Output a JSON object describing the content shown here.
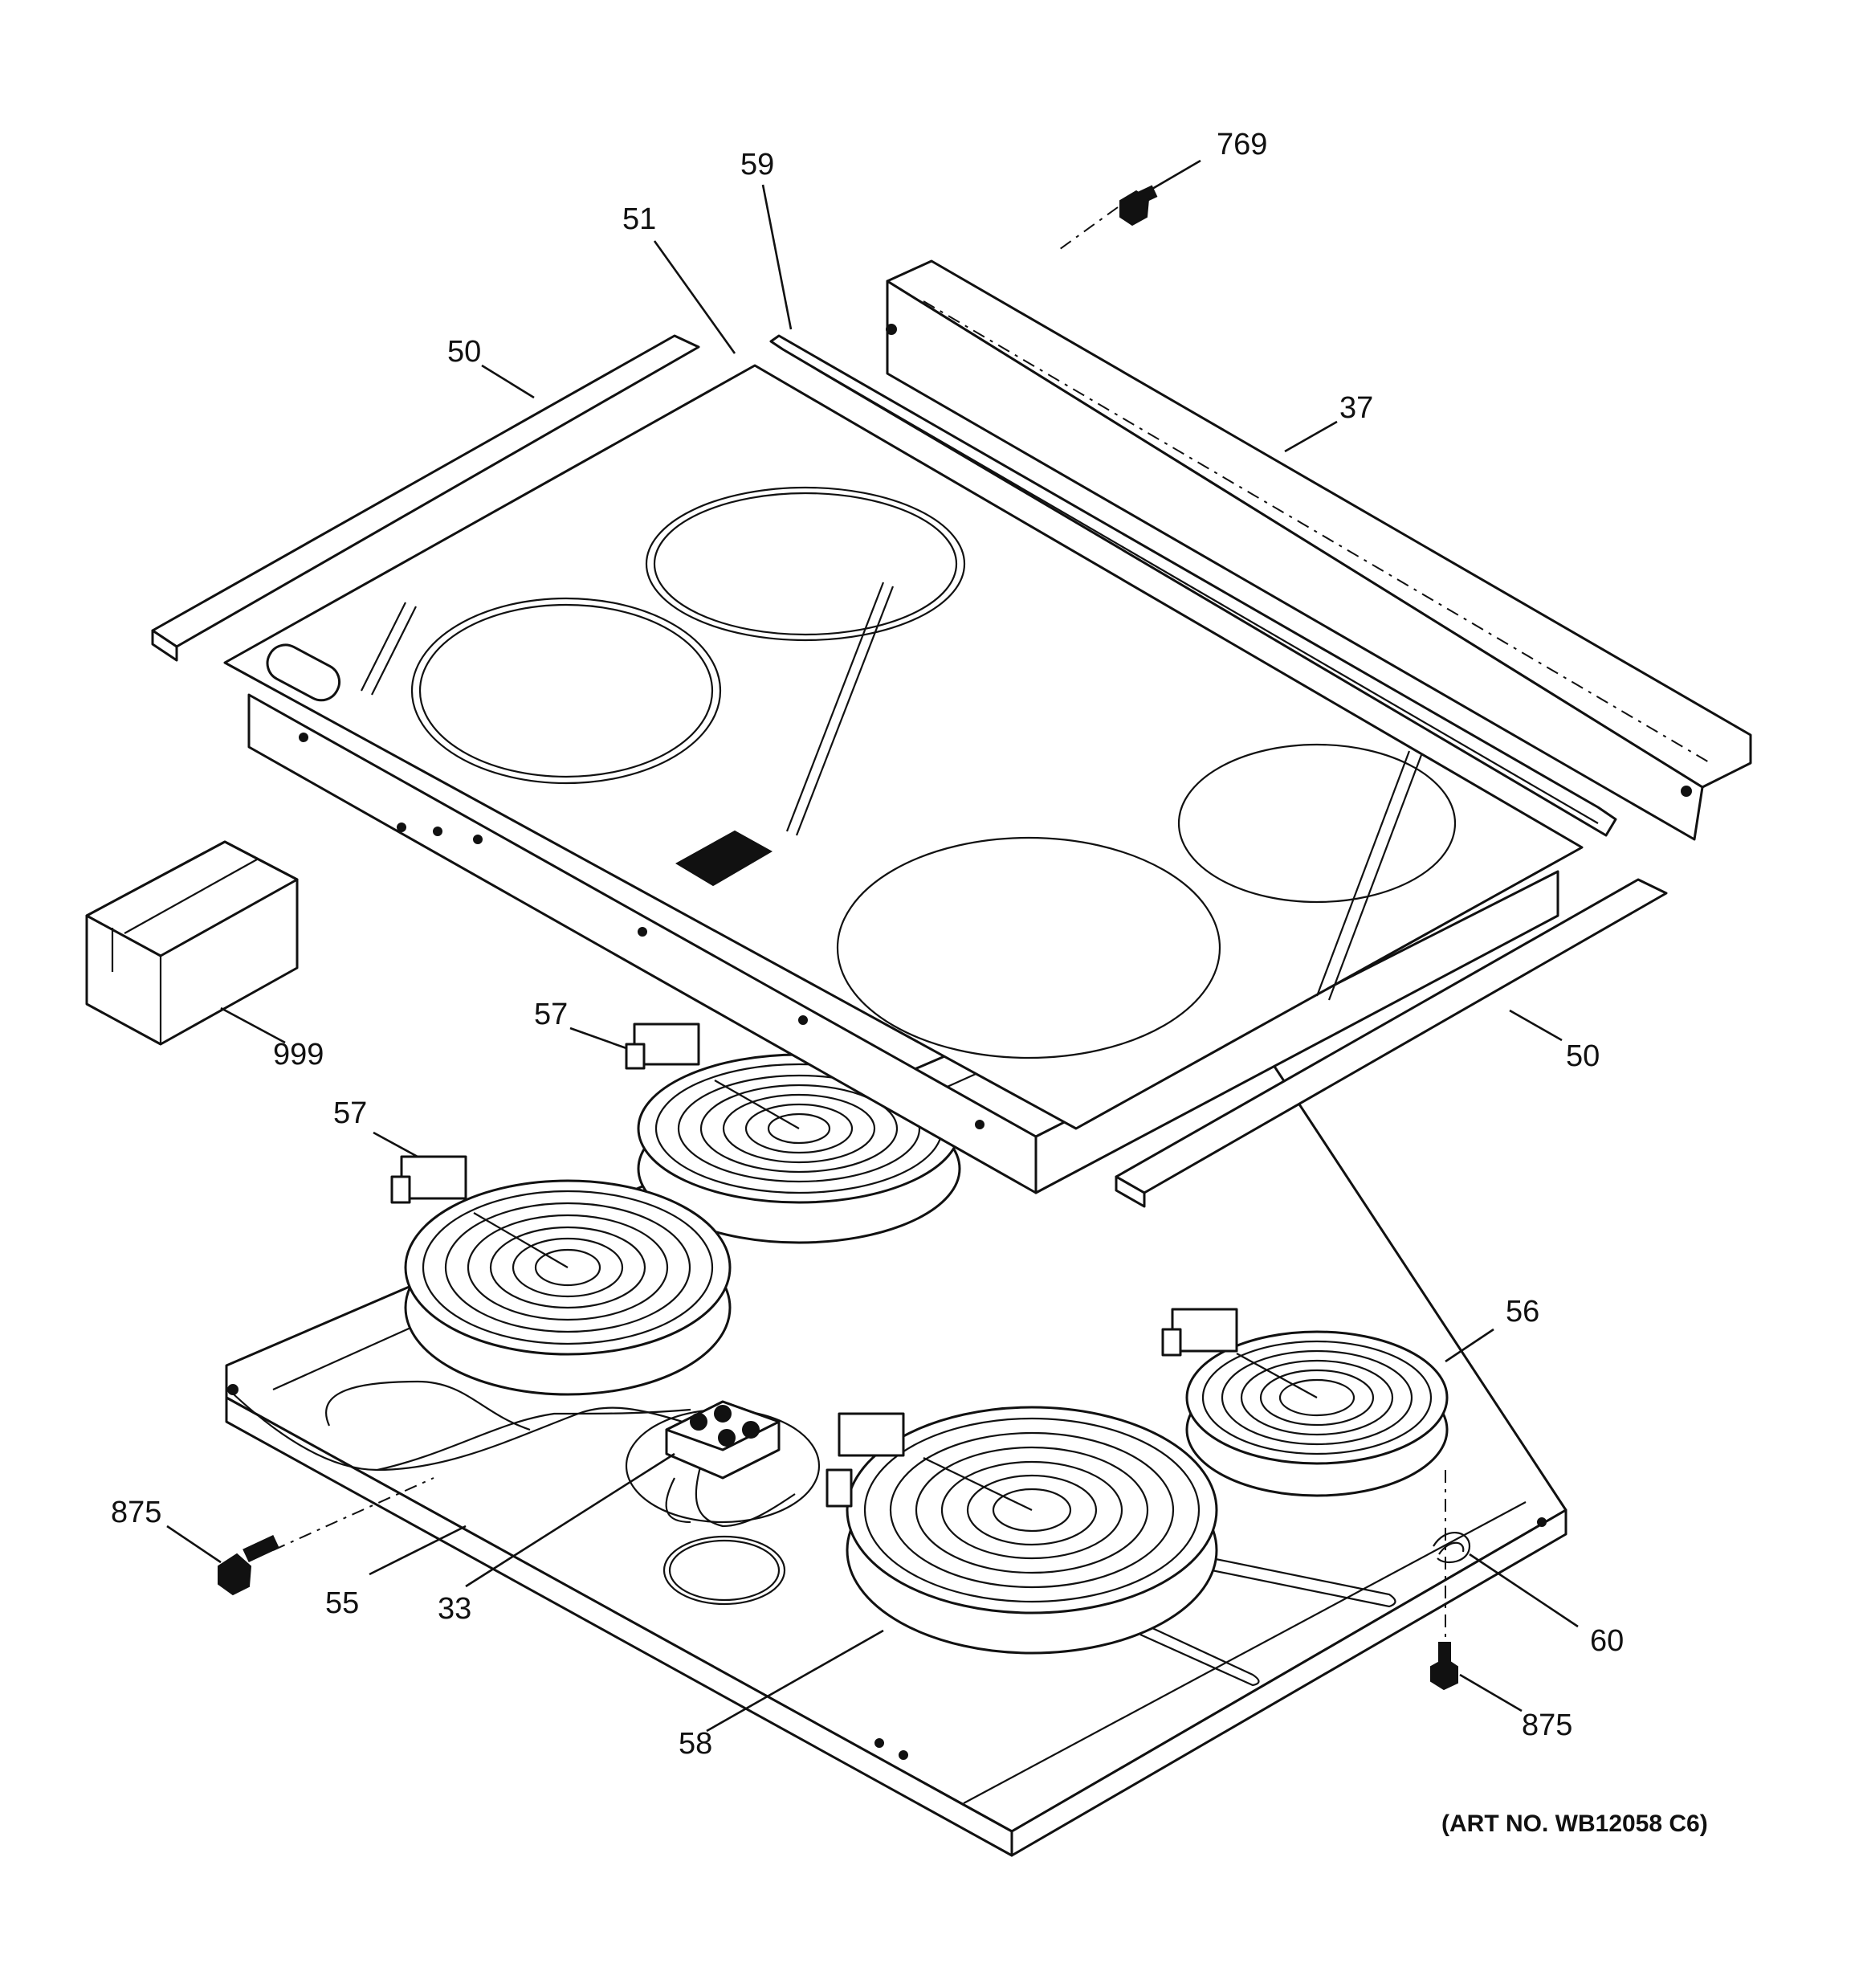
{
  "callouts": [
    {
      "id": "769",
      "text": "769"
    },
    {
      "id": "59",
      "text": "59"
    },
    {
      "id": "51",
      "text": "51"
    },
    {
      "id": "50a",
      "text": "50"
    },
    {
      "id": "37",
      "text": "37"
    },
    {
      "id": "999",
      "text": "999"
    },
    {
      "id": "57a",
      "text": "57"
    },
    {
      "id": "50b",
      "text": "50"
    },
    {
      "id": "57b",
      "text": "57"
    },
    {
      "id": "56",
      "text": "56"
    },
    {
      "id": "875a",
      "text": "875"
    },
    {
      "id": "55",
      "text": "55"
    },
    {
      "id": "33",
      "text": "33"
    },
    {
      "id": "60",
      "text": "60"
    },
    {
      "id": "58",
      "text": "58"
    },
    {
      "id": "875b",
      "text": "875"
    }
  ],
  "art_number": "(ART NO. WB12058 C6)",
  "colors": {
    "line": "#111111",
    "background": "#ffffff"
  }
}
